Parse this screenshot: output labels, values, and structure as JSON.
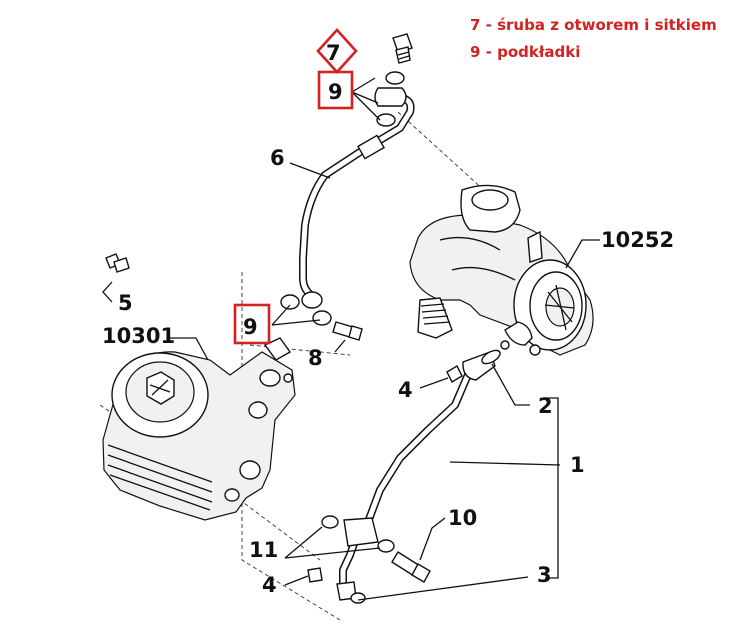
{
  "legend": {
    "line1": "7 - śruba z otworem i sitkiem",
    "line2": "9 - podkładki",
    "color": "#d42121"
  },
  "callouts": {
    "c1": "1",
    "c2": "2",
    "c3": "3",
    "c4a": "4",
    "c4b": "4",
    "c5": "5",
    "c6": "6",
    "c7": "7",
    "c8": "8",
    "c9a": "9",
    "c9b": "9",
    "c10": "10",
    "c11": "11",
    "c10252": "10252",
    "c10301": "10301"
  }
}
